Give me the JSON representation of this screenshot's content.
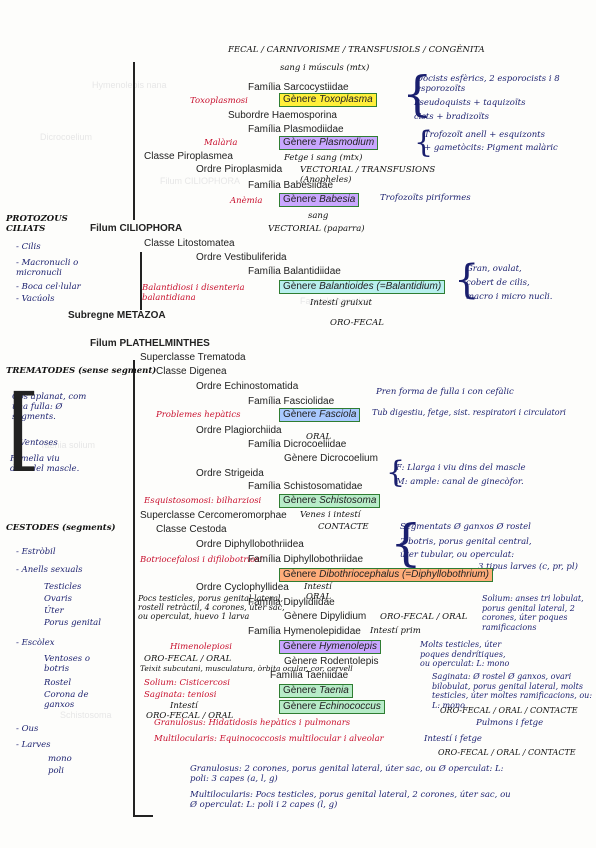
{
  "ghost": [
    "Hymenolepis nana",
    "Dicrocoelium",
    "Filum CILIOPHORA",
    "Taenia solium",
    "Fasciola hepatica",
    "Schistosoma"
  ],
  "header": {
    "top": "FECAL / CARNIVORISME / TRANSFUSIOLS / CONGÈNITA",
    "sub": "sang i músculs (mtx)"
  },
  "left": {
    "protozous": "PROTOZOUS CILIATS",
    "ciliats_items": [
      "- Cilis",
      "- Macronucli o micronucli",
      "- Boca cel·lular",
      "- Vacúols"
    ],
    "trematodes": "TREMATODES (sense segment)",
    "trem_items": [
      "Cos aplanat, com una fulla: Ø segments.",
      "- Ventoses",
      "Femella viu dins del mascle."
    ],
    "cestodes": "CESTODES (segments)",
    "ces_items": [
      "- Estròbil",
      "- Anells sexuals",
      "Testicles",
      "Ovaris",
      "Úter",
      "Porus genital",
      "- Escòlex",
      "Ventoses o botris",
      "Rostel",
      "Corona de ganxos",
      "- Ous",
      "- Larves",
      "mono",
      "poli"
    ]
  },
  "tax": {
    "sarco": "Família Sarcocystiidae",
    "haemo": "Subordre Haemosporina",
    "plasmo": "Família Plasmodiidae",
    "pirop": "Classe Piroplasmea",
    "piropida": "Ordre Piroplasmida",
    "babesi": "Família Babesiidae",
    "cilio": "Filum CILIOPHORA",
    "lito": "Classe Litostomatea",
    "vesti": "Ordre Vestibuliferida",
    "balant": "Família Balantidiidae",
    "metazoa": "Subregne METAZOA",
    "plathel": "Filum PLATHELMINTHES",
    "supertrem": "Superclasse Trematoda",
    "digenea": "Classe Digenea",
    "echino": "Ordre Echinostomatida",
    "fasciol": "Família Fasciolidae",
    "plagio": "Ordre Plagiorchiida",
    "dicrofam": "Família Dicrocoeliidae",
    "dicrogen": "Gènere Dicrocoelium",
    "strig": "Ordre Strigeida",
    "schistofam": "Família Schistosomatidae",
    "cercomero": "Superclasse Cercomeromorphae",
    "cestoda": "Classe Cestoda",
    "diphyllo": "Ordre Diphyllobothriidea",
    "diphyllofam": "Família Diphyllobothriidae",
    "cyclo": "Ordre Cyclophyllidea",
    "dipylfam": "Família Dipylidiidae",
    "dipylgen": "Gènere Dipylidium",
    "hymenofam": "Família Hymenolepididae",
    "rodento": "Gènere Rodentolepis",
    "taeniafam": "Família Taeniidae"
  },
  "genus": {
    "toxo_prefix": "Gènere ",
    "toxo": "Toxoplasma",
    "plasmo_prefix": "Gènere ",
    "plasmo": "Plasmodium",
    "babesia_prefix": "Gènere ",
    "babesia": "Babesia",
    "balant_prefix": "Gènere ",
    "balant": "Balantioides (=Balantidium)",
    "fasciola_prefix": "Gènere ",
    "fasciola": "Fasciola",
    "schisto_prefix": "Gènere ",
    "schisto": "Schistosoma",
    "diphyllo_prefix": "Gènere ",
    "diphyllo": "Dibothriocephalus (=Diphyllobothrium)",
    "hymeno_prefix": "Gènere ",
    "hymeno": "Hymenolepis",
    "taenia_prefix": "Gènere ",
    "taenia": "Taenia",
    "echino_prefix": "Gènere ",
    "echino": "Echinococcus"
  },
  "disease": {
    "toxo": "Toxoplasmosi",
    "malaria": "Malària",
    "anemia": "Anèmia",
    "balantid": "Balantidiosi i disenteria balantidiana",
    "fasciol": "Problemes hepàtics",
    "schisto": "Esquistosomosi: bilharziosi",
    "botrio": "Botriocefalosi i difilobotriosi",
    "hymeno": "Himenolepiosi",
    "solium": "Solium: Cisticercosi",
    "sagin": "Saginata: teniosi",
    "granul": "Granulosus: Hidatidosis hepàtics i pulmonars",
    "multi": "Multilocularis: Equinococcosis multilocular i alveolar"
  },
  "notes": {
    "toxo1": "Oocists esfèrics, 2 esporocists i 8 esporozoïts",
    "toxo2": "Pseudoquists + taquizoïts",
    "toxo3": "cists + bradizoïts",
    "plasmo1": "Trofozoït anell + esquizonts",
    "plasmo2": "+ gametòcits: Pigment malàric",
    "plasmo3": "Fetge i sang (mtx)",
    "plasmo4": "VECTORIAL / TRANSFUSIONS",
    "plasmo5": "(Anopheles)",
    "babesia1": "Trofozoïts piriformes",
    "babesia2": "sang",
    "babesia3": "VECTORIAL (paparra)",
    "balant1": "Gran, ovalat,",
    "balant2": "cobert de cilis,",
    "balant3": "macro i micro nucli.",
    "balant4": "Intestí gruixut",
    "balant5": "ORO-FECAL",
    "fasciola1": "Pren forma de fulla i con cefàlic",
    "fasciola2": "Tub digestiu, fetge, sist. respiratori i circulatori",
    "fasciola3": "ORAL",
    "schisto1": "F: Llarga i viu dins del mascle",
    "schisto2": "M: ample: canal de ginecòfor.",
    "schisto3": "Venes i intestí",
    "schisto4": "CONTACTE",
    "diphyllo1": "Segmentats Ø ganxos Ø rostel",
    "diphyllo2": "2 botris, porus genital central,",
    "diphyllo3": "úter tubular, ou operculat:",
    "diphyllo4": "3 tipus larves (c, pr, pl)",
    "diphyllo5": "Intestí",
    "diphyllo6": "ORAL",
    "dipyl1": "ORO-FECAL / ORAL",
    "dipyl2": "Pocs testicles, porus genital lateral, rostell retràctil, 4 corones, úter sac, ou operculat, huevo 1 larva",
    "dipyl3": "Intestí prim",
    "solium1": "Solium: anses tri lobulat, porus genital lateral, 2 corones, úter poques ramificacions",
    "solium2": "Molts testicles, úter poques dendrítiques, ou operculat: L: mono",
    "solium3": "Saginata: Ø rostel Ø ganxos, ovari bilobulat, porus genital lateral, molts testicles, úter moltes ramificacions, ou: L: mono",
    "solium4": "ORO-FECAL / ORAL / CONTACTE",
    "hymeno1": "ORO-FECAL / ORAL",
    "hymeno2": "Teixit subcutani, musculatura, òrbita ocular, cor, cervell",
    "hymeno3": "Intestí",
    "hymeno4": "ORO-FECAL / ORAL",
    "granul1": "Pulmons i fetge",
    "multi1": "Intestí i fetge",
    "multi2": "ORO-FECAL / ORAL / CONTACTE",
    "bottom1": "Granulosus: 2 corones, porus genital lateral, úter sac, ou Ø operculat: L: poli: 3 capes (a, l, g)",
    "bottom2": "Multilocularis: Pocs testicles, porus genital lateral, 2 corones, úter sac, ou Ø operculat: L: poli i 2 capes (l, g)"
  }
}
